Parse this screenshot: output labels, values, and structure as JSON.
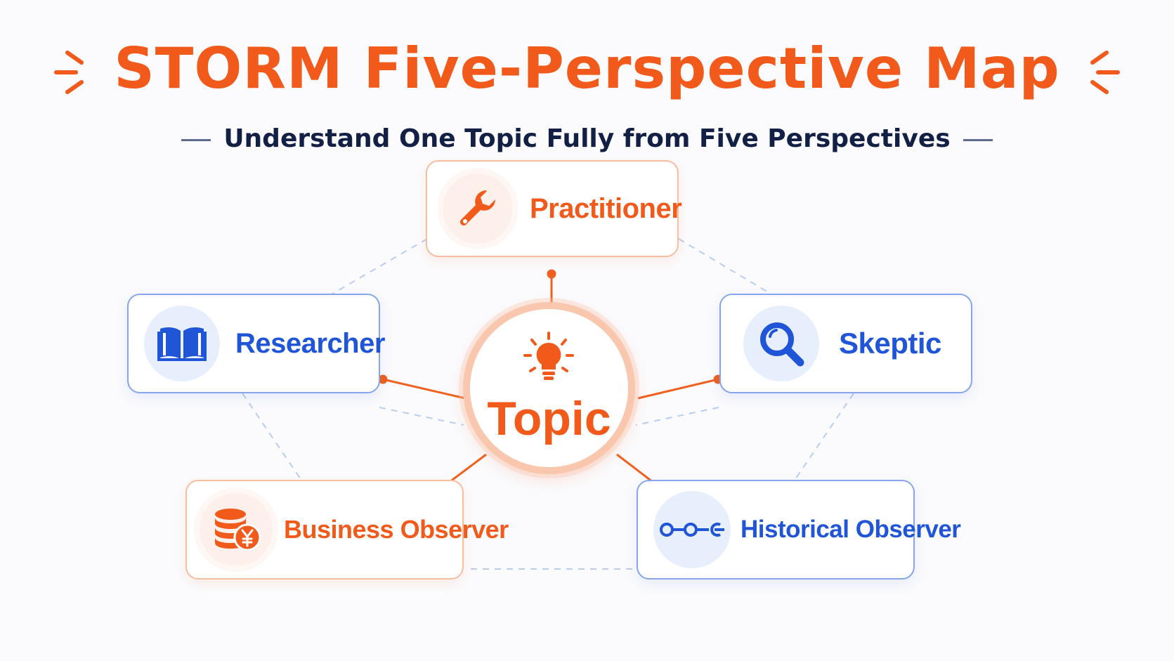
{
  "title": "STORM Five-Perspective Map",
  "subtitle": "Understand One Topic Fully from Five Perspectives",
  "center": {
    "label": "Topic",
    "icon": "lightbulb-icon"
  },
  "perspectives": [
    {
      "label": "Practitioner",
      "icon": "wrench-icon",
      "theme": "orange"
    },
    {
      "label": "Researcher",
      "icon": "book-icon",
      "theme": "blue"
    },
    {
      "label": "Skeptic",
      "icon": "magnifier-icon",
      "theme": "blue"
    },
    {
      "label": "Business Observer",
      "icon": "coins-yen-icon",
      "theme": "orange"
    },
    {
      "label": "Historical Observer",
      "icon": "timeline-icon",
      "theme": "blue"
    }
  ],
  "colors": {
    "accent_orange": "#f25a1b",
    "accent_blue": "#1f55d6",
    "title_dark": "#132045",
    "dashed_link": "#b9cdf3"
  }
}
